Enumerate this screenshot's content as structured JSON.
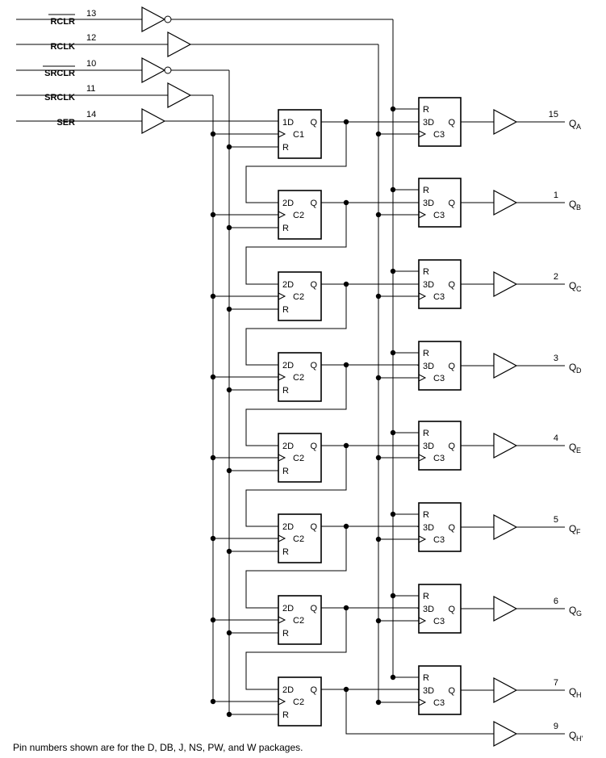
{
  "inputs": {
    "rclr": {
      "label": "RCLR",
      "pin": "13"
    },
    "rclk": {
      "label": "RCLK",
      "pin": "12"
    },
    "srclr": {
      "label": "SRCLR",
      "pin": "10"
    },
    "srclk": {
      "label": "SRCLK",
      "pin": "11"
    },
    "ser": {
      "label": "SER",
      "pin": "14"
    }
  },
  "shift_stages": [
    {
      "d": "1D",
      "c": "C1",
      "r": "R",
      "q": "Q"
    },
    {
      "d": "2D",
      "c": "C2",
      "r": "R",
      "q": "Q"
    },
    {
      "d": "2D",
      "c": "C2",
      "r": "R",
      "q": "Q"
    },
    {
      "d": "2D",
      "c": "C2",
      "r": "R",
      "q": "Q"
    },
    {
      "d": "2D",
      "c": "C2",
      "r": "R",
      "q": "Q"
    },
    {
      "d": "2D",
      "c": "C2",
      "r": "R",
      "q": "Q"
    },
    {
      "d": "2D",
      "c": "C2",
      "r": "R",
      "q": "Q"
    },
    {
      "d": "2D",
      "c": "C2",
      "r": "R",
      "q": "Q"
    }
  ],
  "storage_stages": [
    {
      "r": "R",
      "d": "3D",
      "c": "C3",
      "q": "Q"
    },
    {
      "r": "R",
      "d": "3D",
      "c": "C3",
      "q": "Q"
    },
    {
      "r": "R",
      "d": "3D",
      "c": "C3",
      "q": "Q"
    },
    {
      "r": "R",
      "d": "3D",
      "c": "C3",
      "q": "Q"
    },
    {
      "r": "R",
      "d": "3D",
      "c": "C3",
      "q": "Q"
    },
    {
      "r": "R",
      "d": "3D",
      "c": "C3",
      "q": "Q"
    },
    {
      "r": "R",
      "d": "3D",
      "c": "C3",
      "q": "Q"
    },
    {
      "r": "R",
      "d": "3D",
      "c": "C3",
      "q": "Q"
    }
  ],
  "outputs": [
    {
      "name": "Q",
      "sub": "A",
      "pin": "15"
    },
    {
      "name": "Q",
      "sub": "B",
      "pin": "1"
    },
    {
      "name": "Q",
      "sub": "C",
      "pin": "2"
    },
    {
      "name": "Q",
      "sub": "D",
      "pin": "3"
    },
    {
      "name": "Q",
      "sub": "E",
      "pin": "4"
    },
    {
      "name": "Q",
      "sub": "F",
      "pin": "5"
    },
    {
      "name": "Q",
      "sub": "G",
      "pin": "6"
    },
    {
      "name": "Q",
      "sub": "H",
      "pin": "7"
    },
    {
      "name": "Q",
      "sub": "H'",
      "pin": "9"
    }
  ],
  "footnote": "Pin numbers shown are for the D, DB, J, NS, PW, and W packages."
}
